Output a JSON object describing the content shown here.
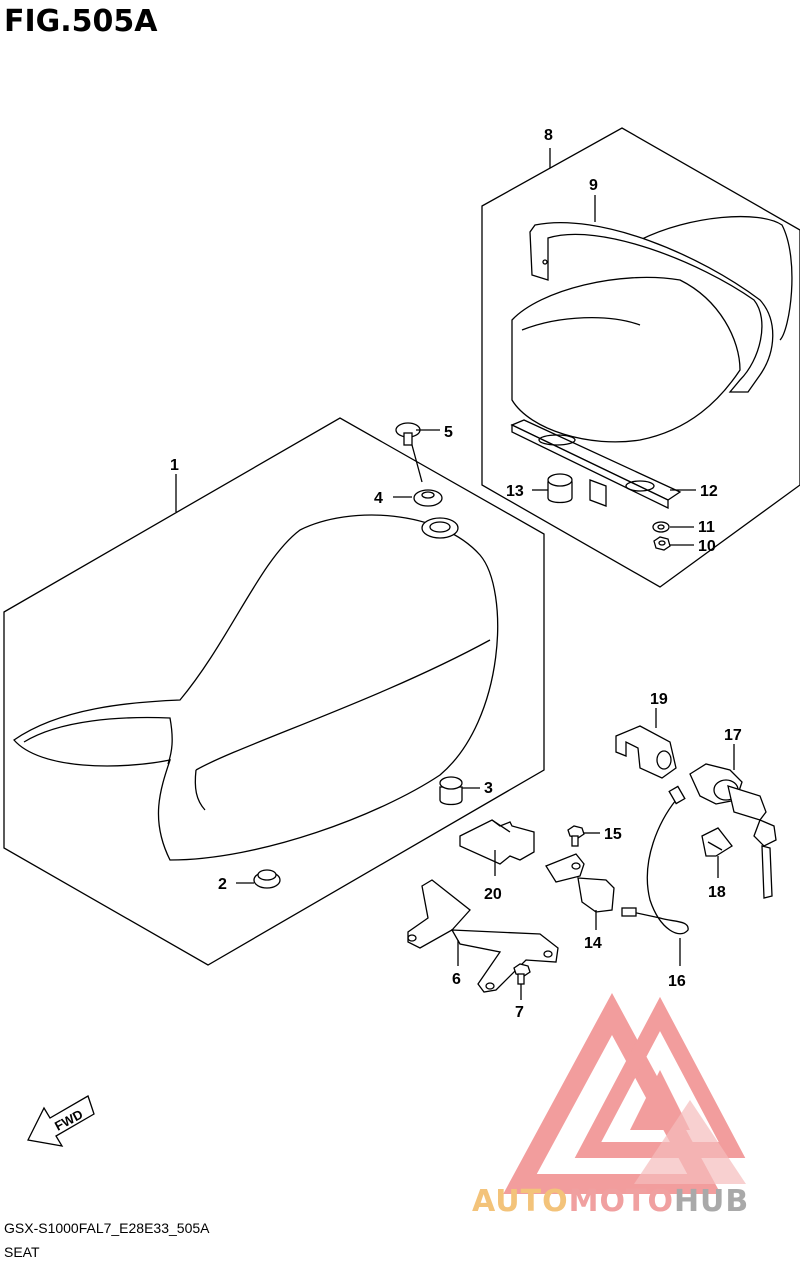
{
  "figure": {
    "title": "FIG.505A",
    "model_code": "GSX-S1000FAL7_E28E33_505A",
    "section_name": "SEAT"
  },
  "callouts": [
    "1",
    "2",
    "3",
    "4",
    "5",
    "6",
    "7",
    "8",
    "9",
    "10",
    "11",
    "12",
    "13",
    "14",
    "15",
    "16",
    "17",
    "18",
    "19",
    "20"
  ],
  "fwd_label": "FWD",
  "watermark": {
    "part1": "AUTO",
    "part2": "MOTO",
    "part3": "HUB",
    "colors": {
      "part1": "#f3c37a",
      "part2": "#f0a0a0",
      "part3": "#a9a9a9",
      "triangle": "#f08c8c"
    }
  }
}
